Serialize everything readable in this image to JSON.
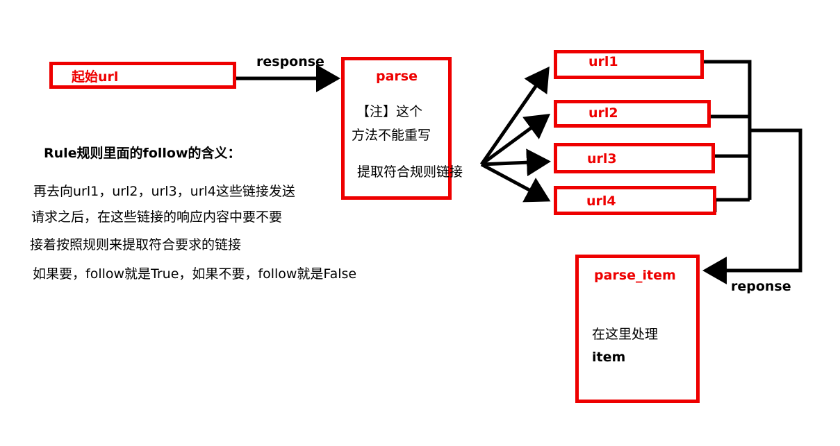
{
  "colors": {
    "box_border": "#ee0000",
    "label_red": "#ee0000",
    "arrow": "#000000"
  },
  "start_box": {
    "label": "起始url"
  },
  "edges": {
    "start_to_parse": "response",
    "urls_to_parse_item": "reponse"
  },
  "parse_box": {
    "title": "parse",
    "note_line1": "【注】这个",
    "note_line2": "方法不能重写",
    "note_line3": "提取符合规则链接"
  },
  "url_boxes": [
    {
      "label": "url1"
    },
    {
      "label": "url2"
    },
    {
      "label": "url3"
    },
    {
      "label": "url4"
    }
  ],
  "parse_item_box": {
    "title": "parse_item",
    "line1": "在这里处理",
    "line2": "item"
  },
  "explanation": {
    "heading": "Rule规则里面的follow的含义：",
    "line1": "再去向url1，url2，url3，url4这些链接发送",
    "line2": "请求之后，在这些链接的响应内容中要不要",
    "line3": "接着按照规则来提取符合要求的链接",
    "line4": "如果要，follow就是True，如果不要，follow就是False"
  }
}
